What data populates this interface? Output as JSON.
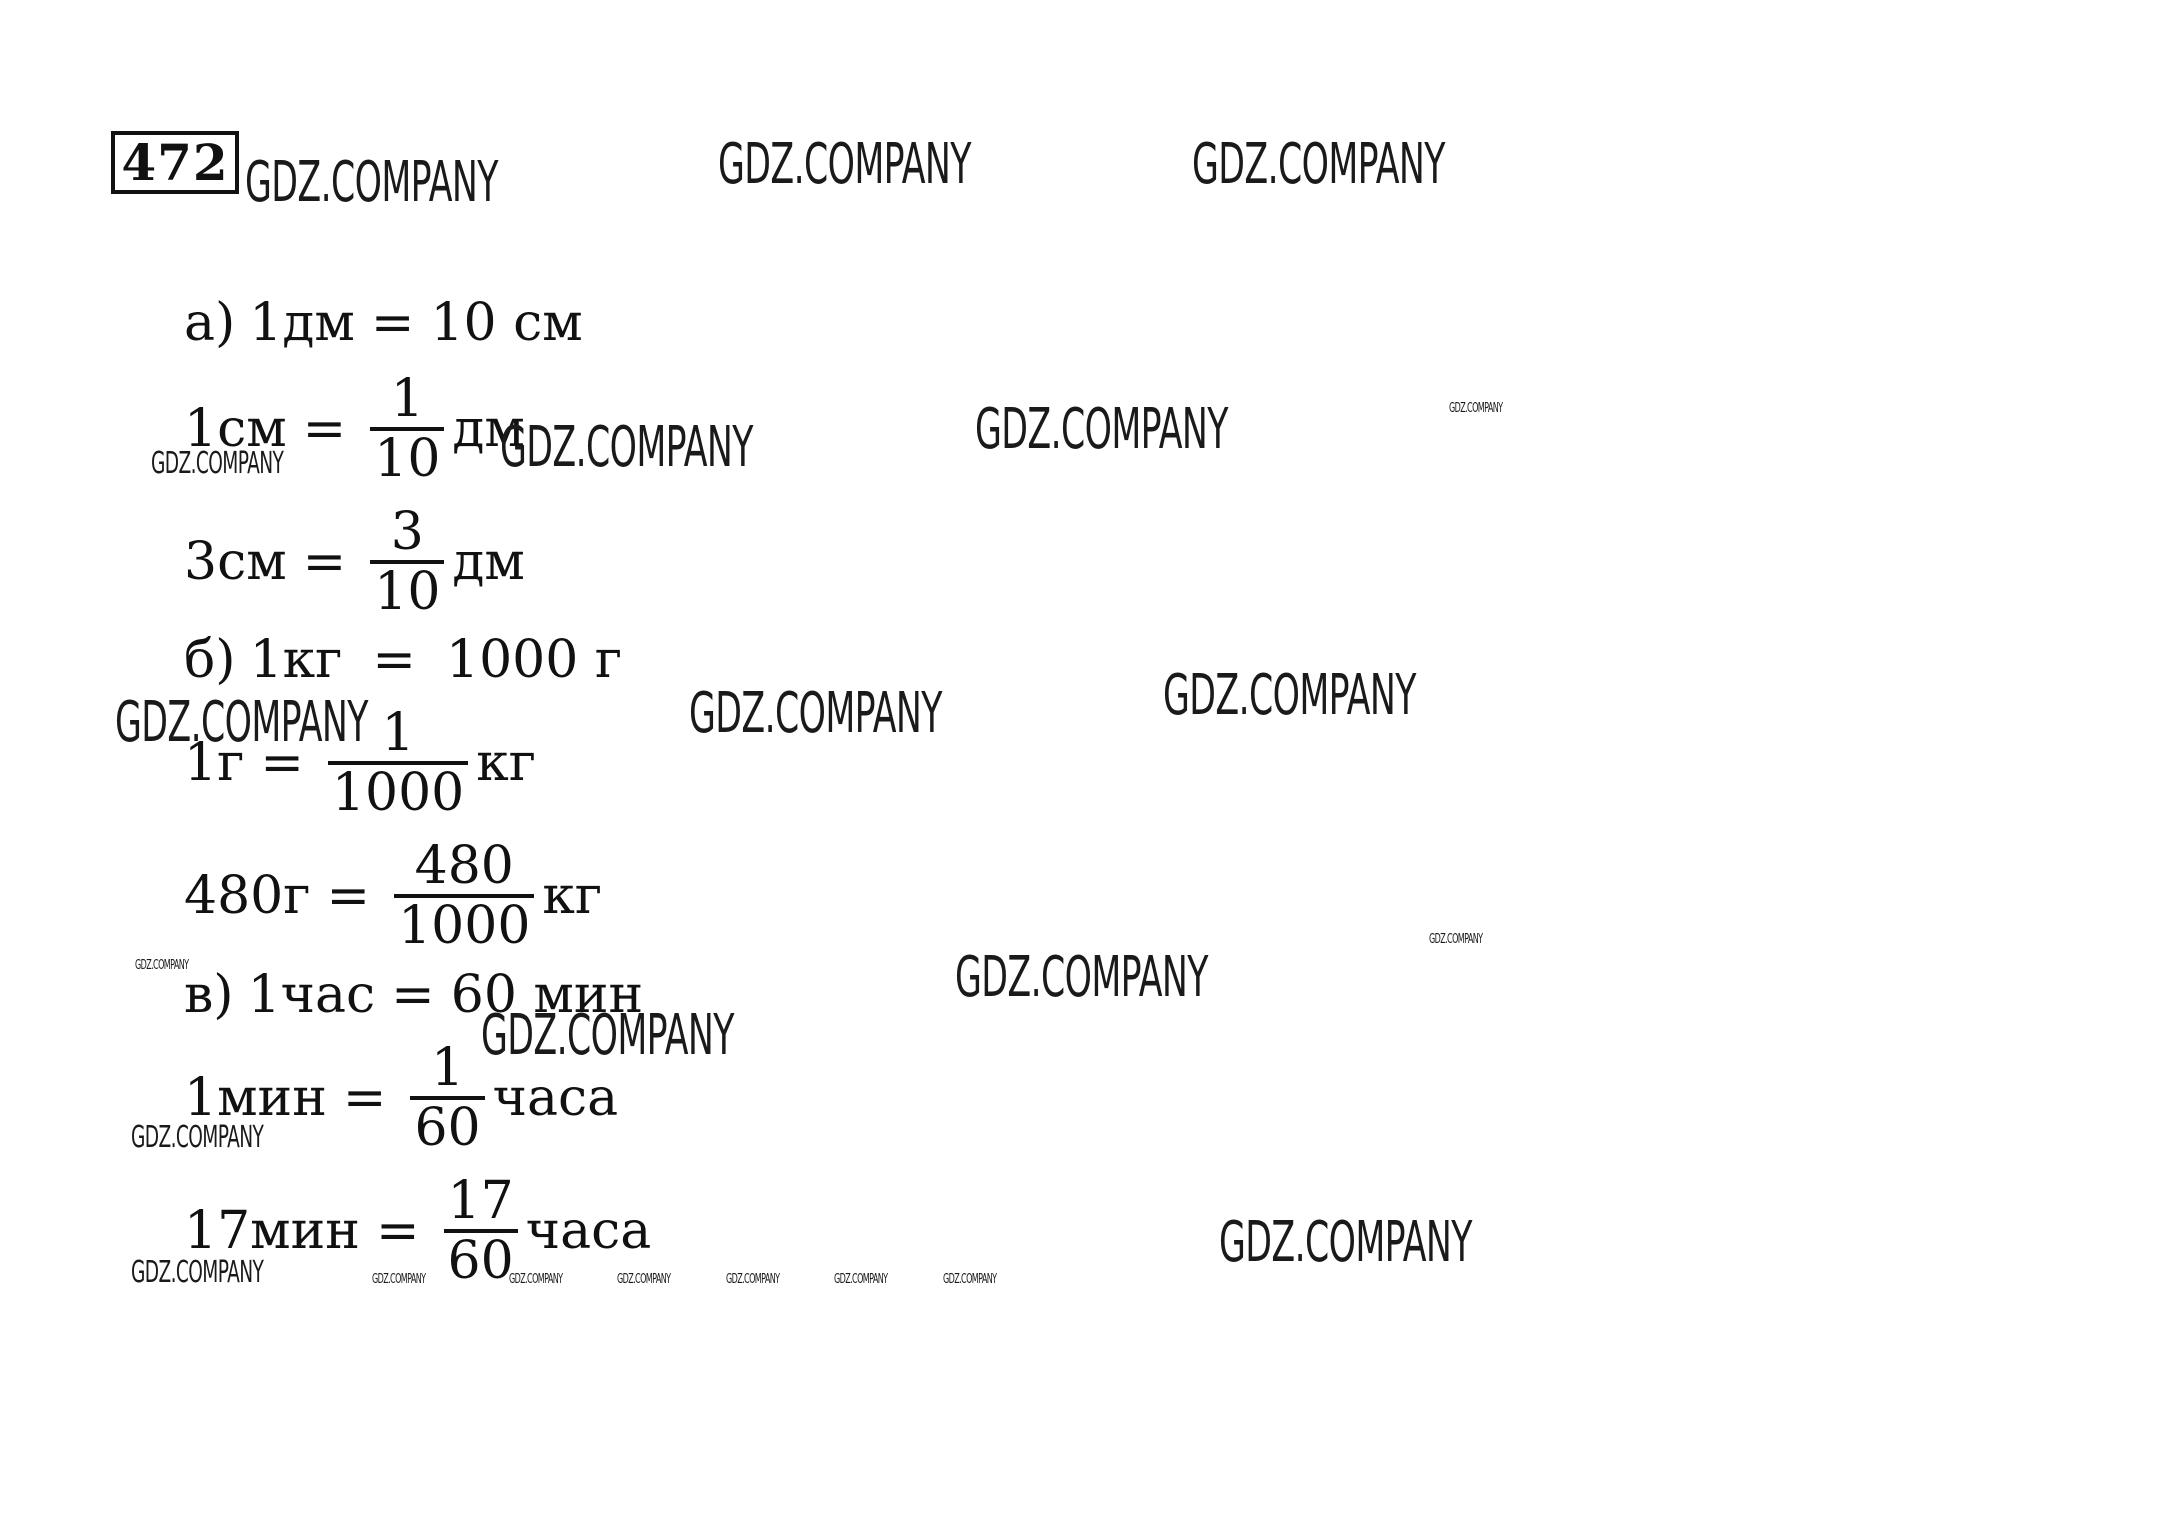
{
  "task_number": "472",
  "watermark": "GDZ.COMPANY",
  "lines": [
    {
      "label": "а)",
      "lhs": "1дм",
      "rhs": "10 см"
    },
    {
      "lhs": "1см",
      "num": "1",
      "den": "10",
      "unit": "дм"
    },
    {
      "lhs": "3см",
      "num": "3",
      "den": "10",
      "unit": "дм"
    },
    {
      "label": "б)",
      "lhs": "1кг",
      "rhs": "1000 г"
    },
    {
      "lhs": "1г",
      "num": "1",
      "den": "1000",
      "unit": "кг"
    },
    {
      "lhs": "480г",
      "num": "480",
      "den": "1000",
      "unit": "кг"
    },
    {
      "label": "в)",
      "lhs": "1час",
      "rhs": "60 мин"
    },
    {
      "lhs": "1мин",
      "num": "1",
      "den": "60",
      "unit": "часа"
    },
    {
      "lhs": "17мин",
      "num": "17",
      "den": "60",
      "unit": "часа"
    }
  ],
  "eq_sign": "="
}
